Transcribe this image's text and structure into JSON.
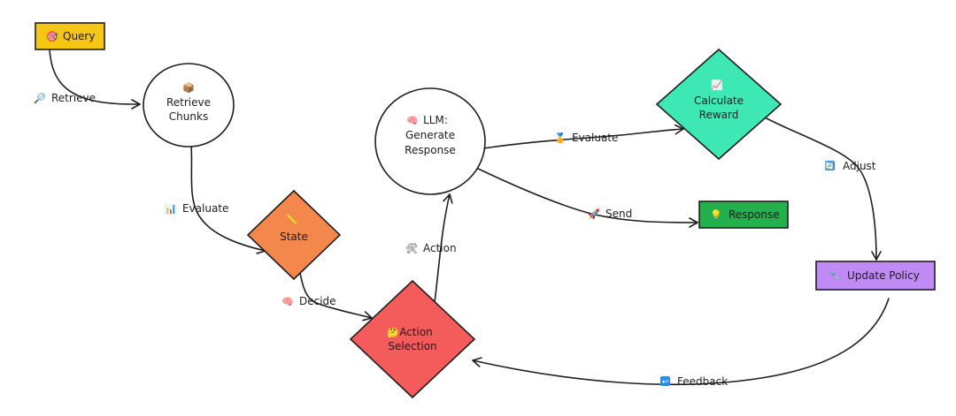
{
  "colors": {
    "query": "#f5c518",
    "state": "#f4874b",
    "action_selection": "#f45b5b",
    "reward": "#3ee8b5",
    "response": "#22b14c",
    "policy": "#c08af5",
    "stroke": "#1e1e1e"
  },
  "nodes": {
    "query": {
      "icon": "🎯",
      "label": "Query"
    },
    "retrieve_chunks": {
      "icon": "📦",
      "line1": "Retrieve",
      "line2": "Chunks"
    },
    "state": {
      "icon": "📏",
      "label": "State"
    },
    "action_selection": {
      "icon": "🤔",
      "line1": "Action",
      "line2": "Selection"
    },
    "llm": {
      "icon": "🧠",
      "line1": "LLM:",
      "line2": "Generate",
      "line3": "Response"
    },
    "reward": {
      "icon": "📈",
      "line1": "Calculate",
      "line2": "Reward"
    },
    "response": {
      "icon": "💡",
      "label": "Response"
    },
    "policy": {
      "icon": "🔧",
      "label": "Update Policy"
    }
  },
  "edges": {
    "retrieve": {
      "icon": "🔎",
      "label": "Retrieve"
    },
    "evaluate1": {
      "icon": "📊",
      "label": "Evaluate"
    },
    "decide": {
      "icon": "🧠",
      "label": "Decide"
    },
    "action": {
      "icon": "🛠",
      "label": "Action"
    },
    "evaluate2": {
      "icon": "🏅",
      "label": "Evaluate"
    },
    "send": {
      "icon": "🚀",
      "label": "Send"
    },
    "adjust": {
      "icon": "🔄",
      "label": "Adjust"
    },
    "feedback": {
      "icon": "↩",
      "label": "Feedback"
    }
  }
}
